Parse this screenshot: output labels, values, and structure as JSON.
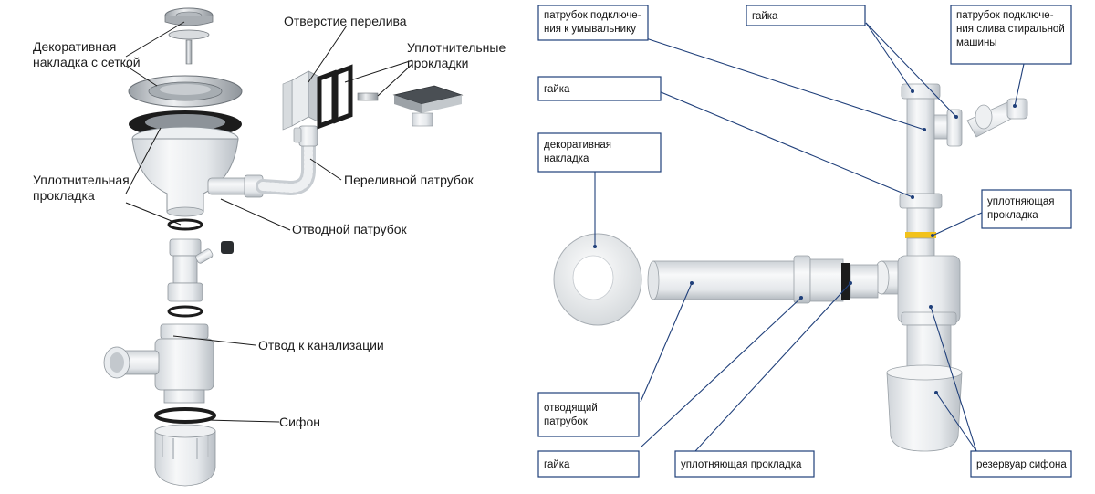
{
  "left_labels": {
    "decorative_cover": [
      "Декоративная",
      "накладка с сеткой"
    ],
    "overflow_hole": [
      "Отверстие перелива"
    ],
    "sealing_gaskets": [
      "Уплотнительные",
      "прокладки"
    ],
    "overflow_pipe": [
      "Переливной патрубок"
    ],
    "sealing_gasket": [
      "Уплотнительная",
      "прокладка"
    ],
    "drain_pipe": [
      "Отводной патрубок"
    ],
    "sewer_outlet": [
      "Отвод к канализации"
    ],
    "siphon": [
      "Сифон"
    ]
  },
  "right_labels": {
    "washbasin_pipe": [
      "патрубок подключе-",
      "ния к умывальнику"
    ],
    "nut_top": [
      "гайка"
    ],
    "washer_pipe": [
      "патрубок подключе-",
      "ния слива стиральной",
      "машины"
    ],
    "nut_upper_left": [
      "гайка"
    ],
    "decorative_cover": [
      "декоративная",
      "накладка"
    ],
    "sealing_gasket_right": [
      "уплотняющая",
      "прокладка"
    ],
    "outlet_pipe": [
      "отводящий",
      "патрубок"
    ],
    "nut_bottom": [
      "гайка"
    ],
    "sealing_gasket_bottom": [
      "уплотняющая прокладка"
    ],
    "siphon_reservoir": [
      "резервуар сифона"
    ]
  },
  "colors": {
    "box_border": "#1f3f7a",
    "pipe_white": "#f2f4f6",
    "gasket_black": "#1c1c1c",
    "gasket_yellow": "#f2c21b",
    "metal": "#c9ccd0"
  }
}
